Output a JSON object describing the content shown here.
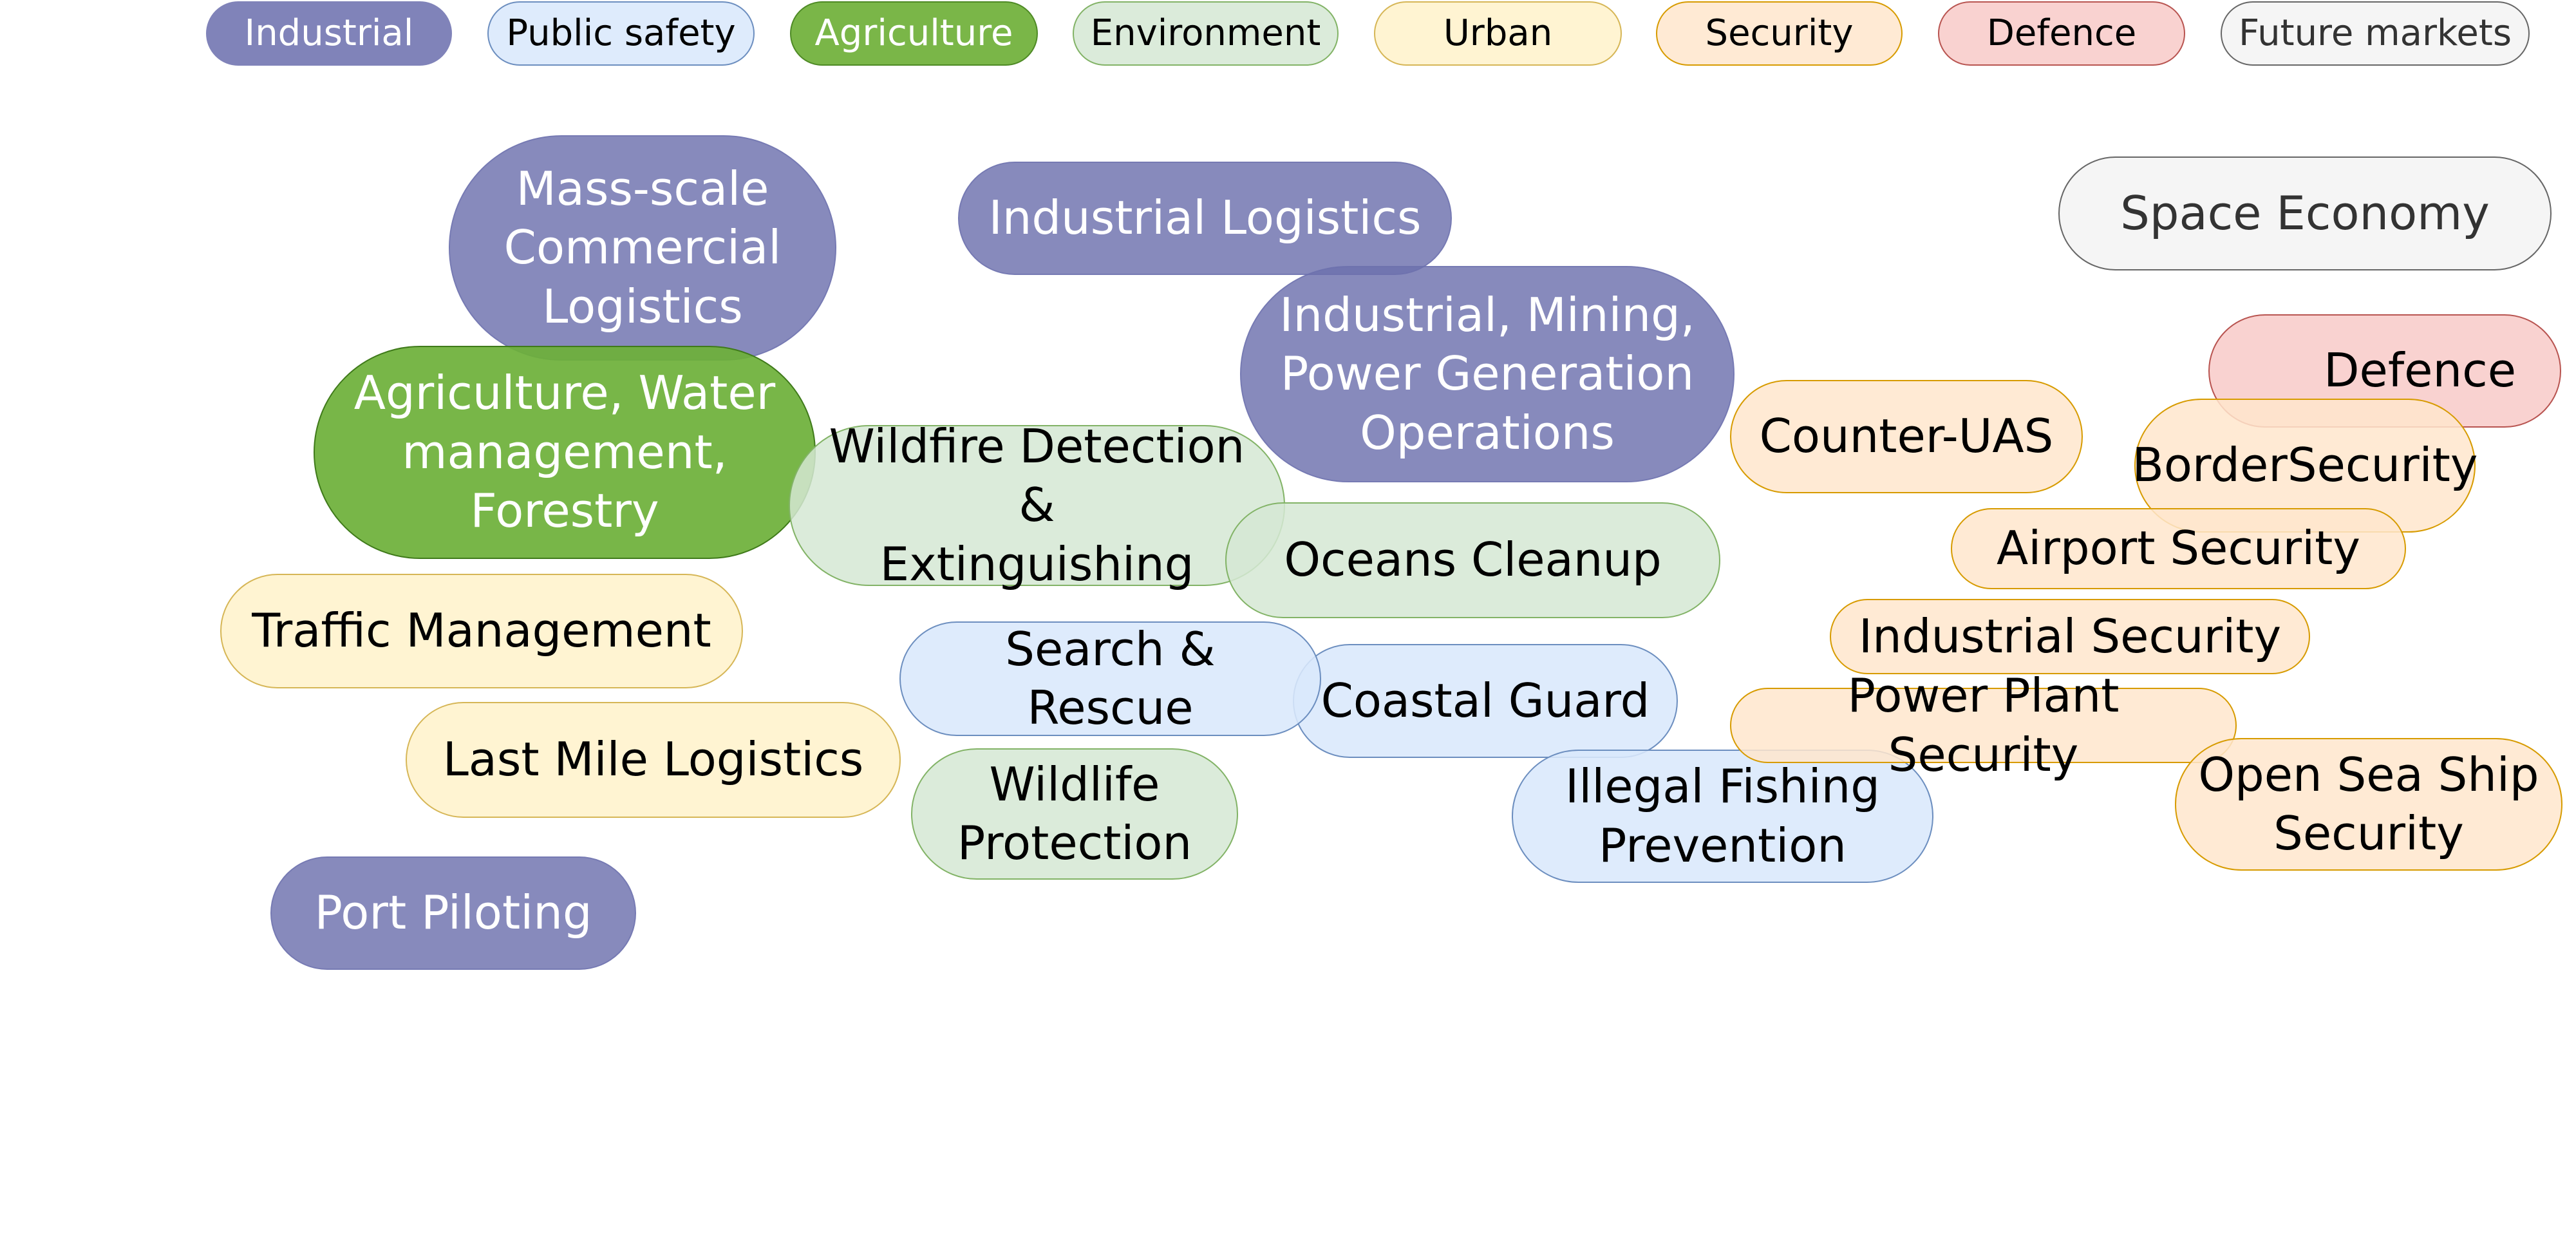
{
  "legend": {
    "industrial": "Industrial",
    "public_safety": "Public safety",
    "agriculture": "Agriculture",
    "environment": "Environment",
    "urban": "Urban",
    "security": "Security",
    "defence": "Defence",
    "future_markets": "Future markets"
  },
  "colors": {
    "industrial": "#8083b9",
    "public_safety": "#dae8fc",
    "agriculture": "#7ab648",
    "environment": "#d5e8d4",
    "urban": "#fff2cc",
    "security": "#ffe6cc",
    "defence": "#f8cecc",
    "future_markets": "#f5f5f5"
  },
  "applications": {
    "mass_scale_commercial_logistics": [
      "Mass-scale",
      "Commercial",
      "Logistics"
    ],
    "industrial_logistics": "Industrial Logistics",
    "industrial_mining_power": [
      "Industrial, Mining,",
      "Power Generation",
      "Operations"
    ],
    "port_piloting": "Port Piloting",
    "agriculture_water_forestry": [
      "Agriculture, Water",
      "management,",
      "Forestry"
    ],
    "wildfire_detection": [
      "Wildfire Detection &",
      "Extinguishing"
    ],
    "oceans_cleanup": "Oceans Cleanup",
    "wildlife_protection": [
      "Wildlife",
      "Protection"
    ],
    "search_rescue": "Search & Rescue",
    "coastal_guard": "Coastal Guard",
    "illegal_fishing": [
      "Illegal Fishing",
      "Prevention"
    ],
    "traffic_management": "Traffic Management",
    "last_mile_logistics": "Last Mile Logistics",
    "counter_uas": "Counter-UAS",
    "border_security": [
      "Border",
      "Security"
    ],
    "airport_security": "Airport Security",
    "industrial_security": "Industrial Security",
    "power_plant_security": "Power Plant Security",
    "open_sea_ship_security": [
      "Open Sea Ship",
      "Security"
    ],
    "defence": "Defence",
    "space_economy": "Space Economy"
  }
}
